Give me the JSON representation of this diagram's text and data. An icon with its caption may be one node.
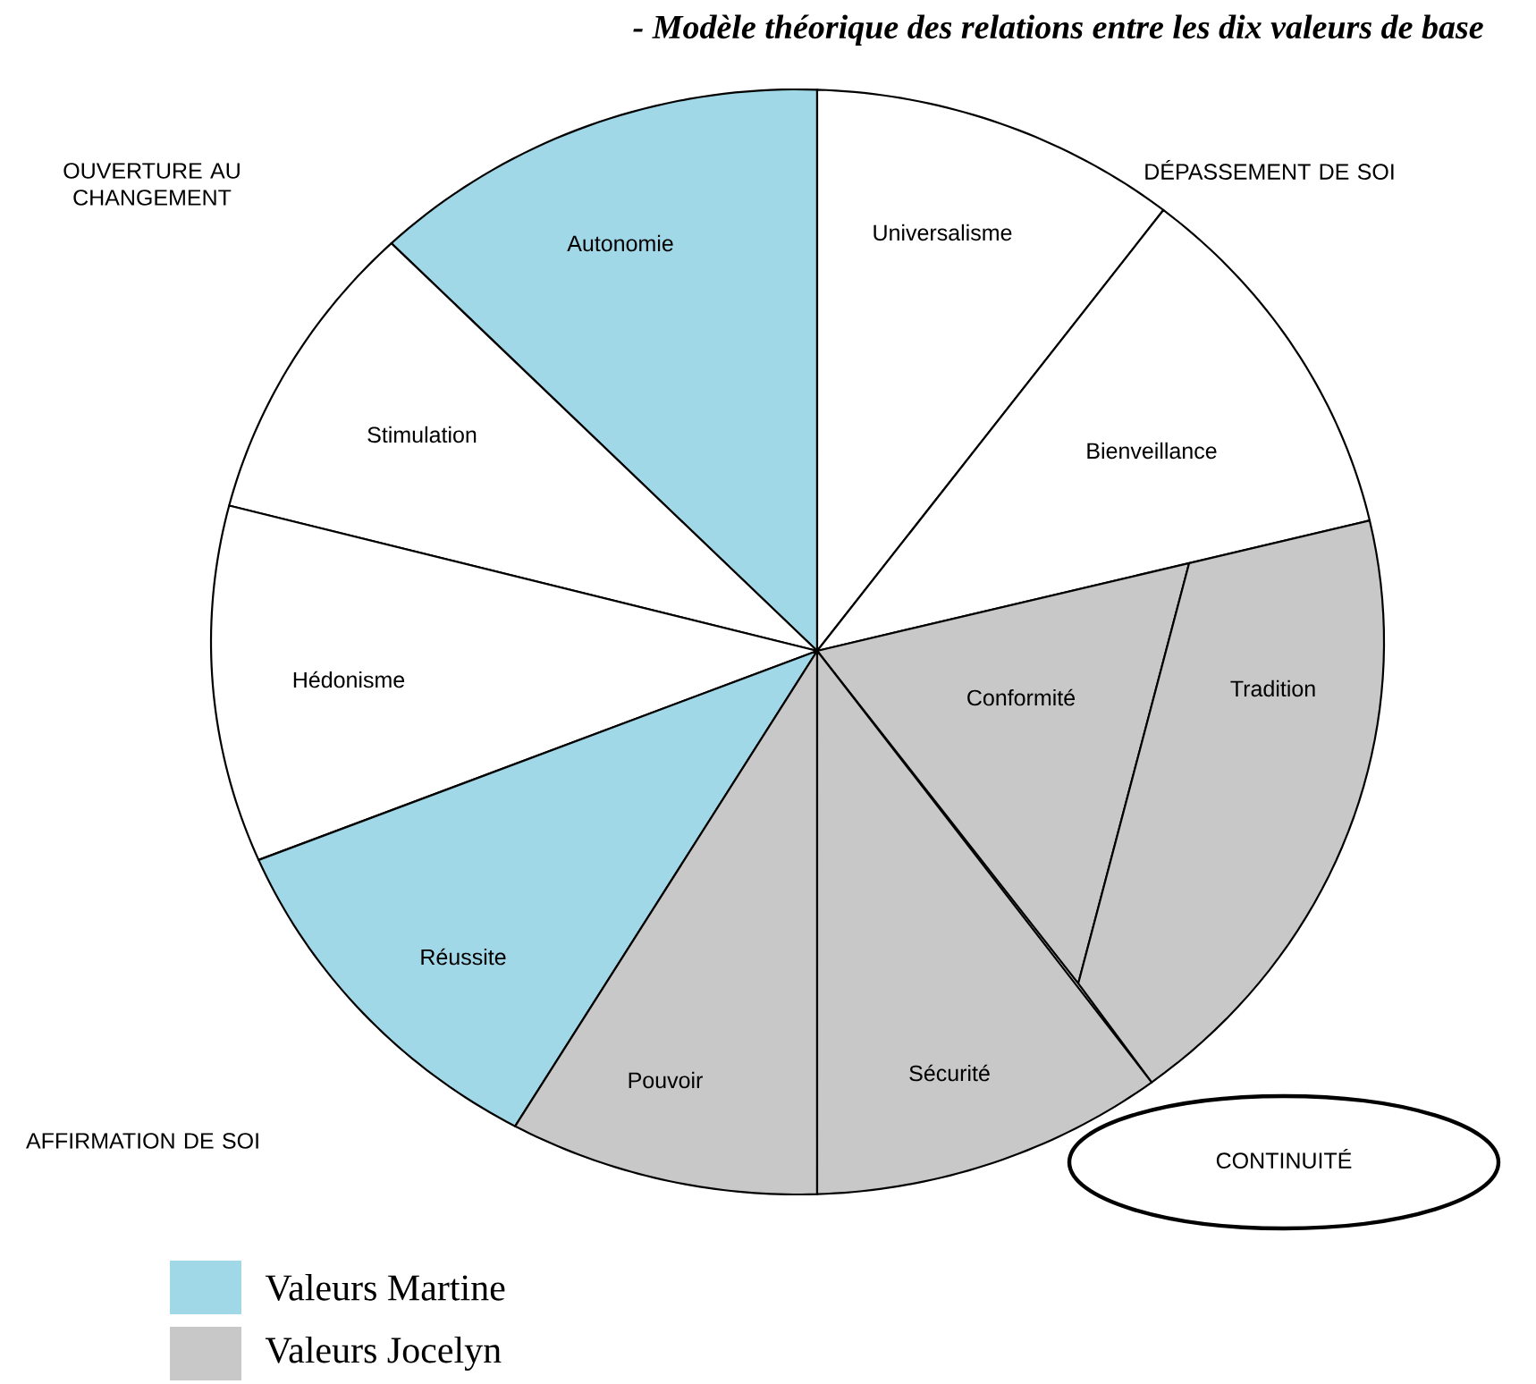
{
  "diagram": {
    "title": "- Modèle théorique des relations entre les dix valeurs de base",
    "nodes": [
      {
        "text": [
          "Autonomie"
        ]
      },
      {
        "text": [
          "Universalisme"
        ]
      },
      {
        "text": [
          "Stimulation"
        ]
      },
      {
        "text": [
          "Bienveillance"
        ]
      },
      {
        "text": [
          "Hédonisme"
        ]
      },
      {
        "text": [
          "Conformité"
        ]
      },
      {
        "text": [
          "Tradition"
        ]
      },
      {
        "text": [
          "Réussite"
        ]
      },
      {
        "text": [
          "Pouvoir"
        ]
      },
      {
        "text": [
          "Sécurité"
        ]
      },
      {
        "text": [
          "CONTINUITÉ"
        ]
      }
    ],
    "labels": [
      "OUVERTURE AU CHANGEMENT",
      "DÉPASSEMENT DE SOI",
      "AFFIRMATION DE SOI"
    ],
    "legend": [
      {
        "text": "Valeurs Martine",
        "color": "#a0d8e8"
      },
      {
        "text": "Valeurs Jocelyn",
        "color": "#c8c8c8"
      }
    ]
  }
}
